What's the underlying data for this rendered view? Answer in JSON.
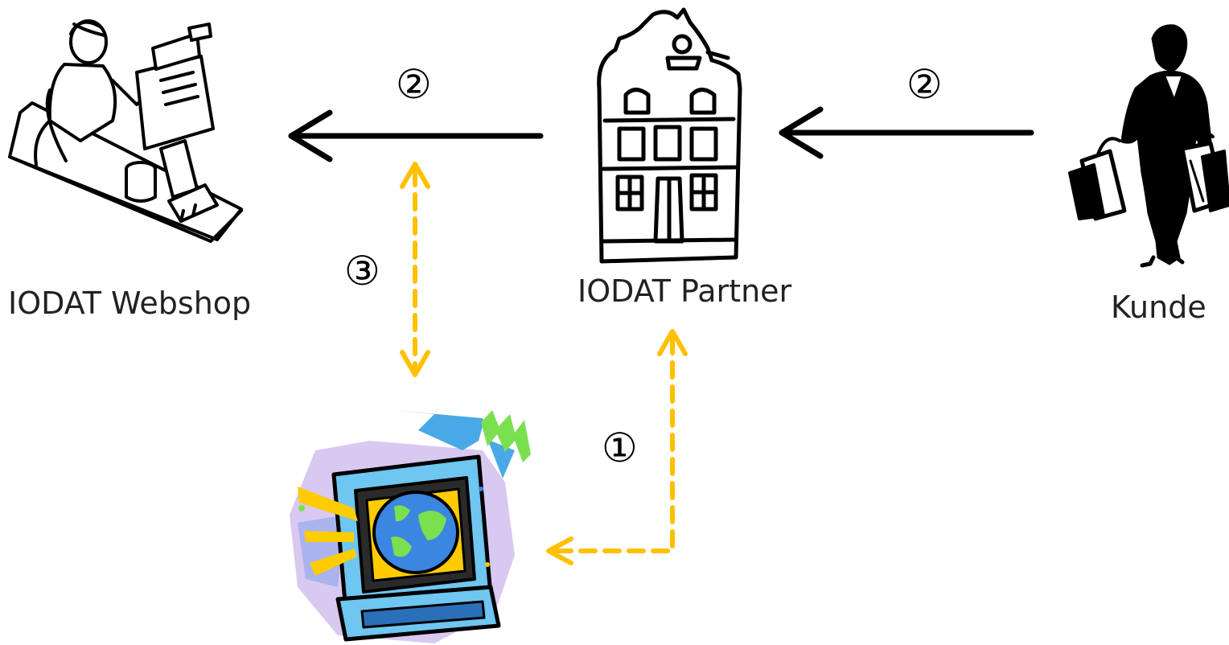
{
  "nodes": {
    "webshop": {
      "label": "IODAT Webshop",
      "icon": "cashier-icon"
    },
    "partner": {
      "label": "IODAT Partner",
      "icon": "building-icon"
    },
    "customer": {
      "label": "Kunde",
      "icon": "shopper-icon"
    },
    "internet": {
      "icon": "computer-globe-icon"
    }
  },
  "steps": {
    "one": "①",
    "two_left": "②",
    "two_right": "②",
    "three": "③"
  },
  "colors": {
    "solid_arrow": "#000000",
    "dashed_arrow": "#FFC000"
  }
}
